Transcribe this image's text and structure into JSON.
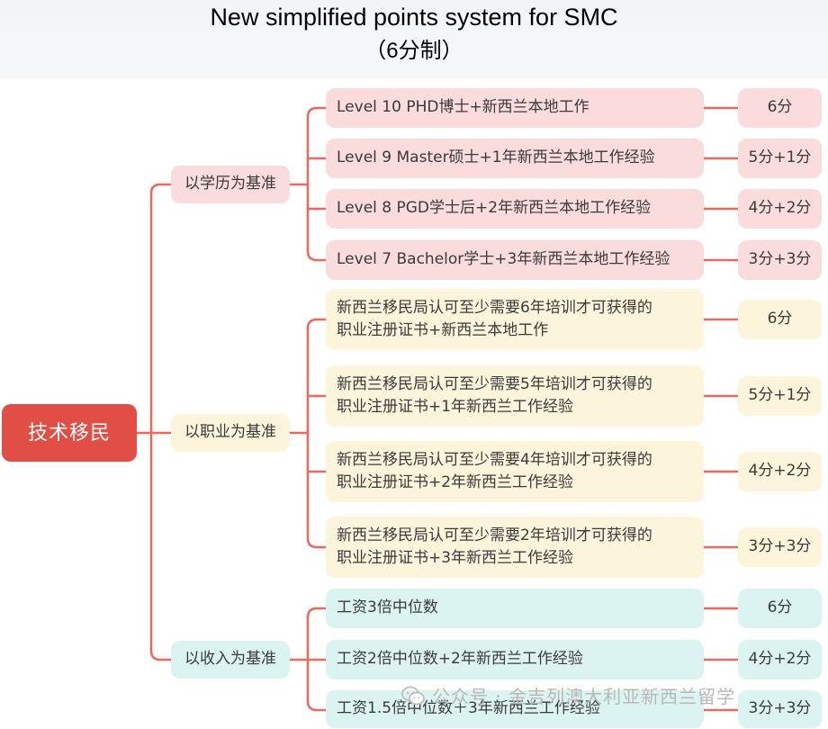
{
  "title": {
    "line1": "New simplified points system for SMC",
    "line2": "（6分制）"
  },
  "root": "技术移民",
  "categories": [
    {
      "label": "以学历为基准",
      "items": [
        {
          "text": "Level 10 PHD博士+新西兰本地工作",
          "points": "6分"
        },
        {
          "text": "Level 9 Master硕士+1年新西兰本地工作经验",
          "points": "5分+1分"
        },
        {
          "text": "Level 8 PGD学士后+2年新西兰本地工作经验",
          "points": "4分+2分"
        },
        {
          "text": "Level 7 Bachelor学士+3年新西兰本地工作经验",
          "points": "3分+3分"
        }
      ]
    },
    {
      "label": "以职业为基准",
      "items": [
        {
          "text": [
            "新西兰移民局认可至少需要6年培训才可获得的",
            "职业注册证书+新西兰本地工作"
          ],
          "points": "6分"
        },
        {
          "text": [
            "新西兰移民局认可至少需要5年培训才可获得的",
            "职业注册证书+1年新西兰工作经验"
          ],
          "points": "5分+1分"
        },
        {
          "text": [
            "新西兰移民局认可至少需要4年培训才可获得的",
            "职业注册证书+2年新西兰工作经验"
          ],
          "points": "4分+2分"
        },
        {
          "text": [
            "新西兰移民局认可至少需要2年培训才可获得的",
            "职业注册证书+3年新西兰工作经验"
          ],
          "points": "3分+3分"
        }
      ]
    },
    {
      "label": "以收入为基准",
      "items": [
        {
          "text": "工资3倍中位数",
          "points": "6分"
        },
        {
          "text": "工资2倍中位数+2年新西兰工作经验",
          "points": "4分+2分"
        },
        {
          "text": "工资1.5倍中位数＋3年新西兰工作经验",
          "points": "3分+3分"
        }
      ]
    }
  ],
  "watermark": "公众号 · 金吉列澳大利亚新西兰留学",
  "colors": {
    "root": "#e04e45",
    "line": "#e8695f",
    "red_box": "#fadcdc",
    "yellow_box": "#fdf4dc",
    "teal_box": "#dcf4f1"
  }
}
